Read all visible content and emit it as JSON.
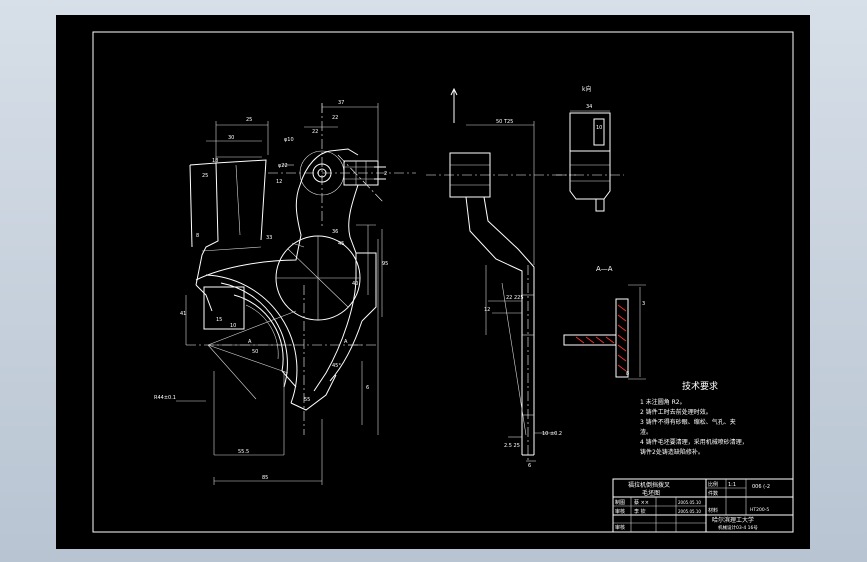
{
  "view_labels": {
    "k_view": "k向",
    "section_aa": "A—A",
    "cut_a_left": "A",
    "cut_a_right": "A"
  },
  "tech": {
    "title": "技术要求",
    "lines": [
      "1  未注圆角 R2。",
      "2  铸件工时去前处理时效。",
      "3  铸件不得有砂眼、缩松、气孔、夹",
      "渣。",
      "4  铸件毛坯要清理，采用机械喷砂清理，",
      "铸件2处铸造缺陷修补。"
    ]
  },
  "dims": {
    "d37": "37",
    "d22a": "22",
    "d22b": "22",
    "d30": "30",
    "d25": "25",
    "d18": "18",
    "d15": "15",
    "d12": "12",
    "d2": "2",
    "d33": "33",
    "d8": "8",
    "d40": "40",
    "d45": "45",
    "d50": "50",
    "d55": "55",
    "d41": "41",
    "d95": "95",
    "d10": "10",
    "d34": "34",
    "d36": "36",
    "d50_725": "50 T25",
    "d225": "22 225",
    "d2525": "2.5 25",
    "d10_2": "10 ±0.2",
    "d3": "3",
    "phi22": "φ22",
    "phi10": "φ10",
    "r44": "R44±0.1",
    "d55_5": "55.5",
    "d85": "85",
    "d6": "6",
    "d45deg": "45°"
  },
  "title_block": {
    "part_name_l1": "福拉机倒挡拨叉",
    "part_name_l2": "毛坯图",
    "scale_label": "比例",
    "scale_value": "1:1",
    "material_label": "材料",
    "drawing_no": "006 (-2",
    "qty_label": "件数",
    "material_value": "HT200-5",
    "designer_label": "制图",
    "designer_name": "蔡 ××",
    "designer_date": "2005.05.10",
    "checker_label": "审核",
    "checker_name": "李 钦",
    "checker_date": "2005.05.10",
    "school": "哈尔滨理工大学",
    "class": "机械设计03-4 16号",
    "approver_label": "审核"
  }
}
